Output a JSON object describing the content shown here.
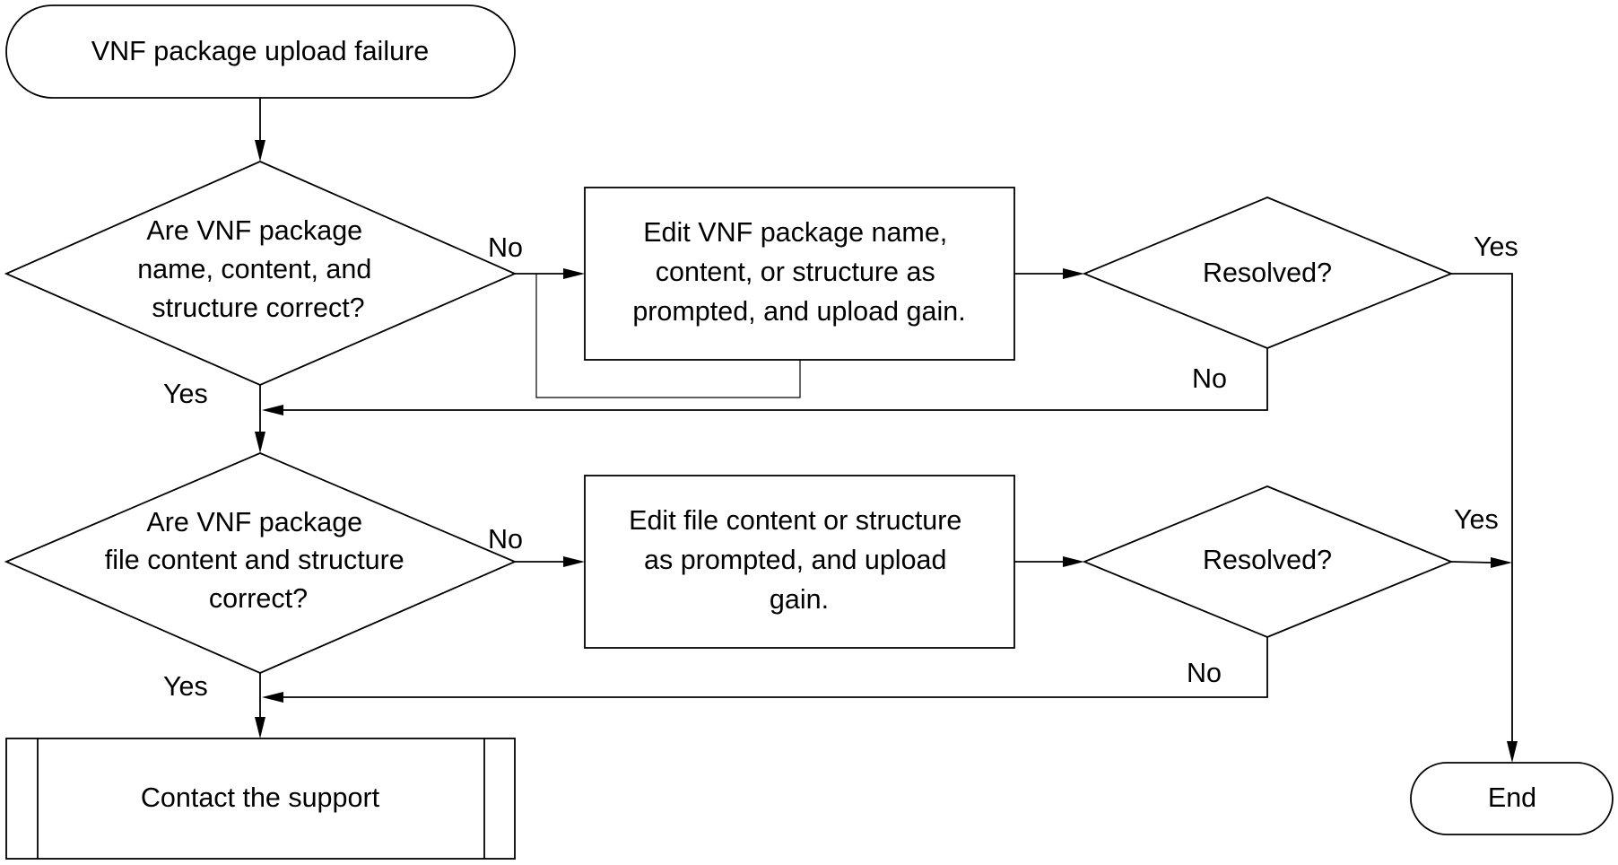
{
  "start": {
    "lines": [
      "VNF package upload failure"
    ]
  },
  "decision1": {
    "lines": [
      "Are VNF package",
      "name, content, and",
      "structure correct?"
    ]
  },
  "process1": {
    "lines": [
      "Edit VNF package name,",
      "content, or structure as",
      "prompted, and upload gain."
    ]
  },
  "resolved1": {
    "lines": [
      "Resolved?"
    ]
  },
  "decision2": {
    "lines": [
      "Are VNF package",
      "file content and structure",
      "correct?"
    ]
  },
  "process2": {
    "lines": [
      "Edit file content or structure",
      "as prompted, and upload",
      "gain."
    ]
  },
  "resolved2": {
    "lines": [
      "Resolved?"
    ]
  },
  "contact": {
    "lines": [
      "Contact the support"
    ]
  },
  "end": {
    "lines": [
      "End"
    ]
  },
  "labels": {
    "d1_no": "No",
    "d1_yes": "Yes",
    "r1_yes": "Yes",
    "r1_no": "No",
    "d2_no": "No",
    "d2_yes": "Yes",
    "r2_yes": "Yes",
    "r2_no": "No"
  }
}
